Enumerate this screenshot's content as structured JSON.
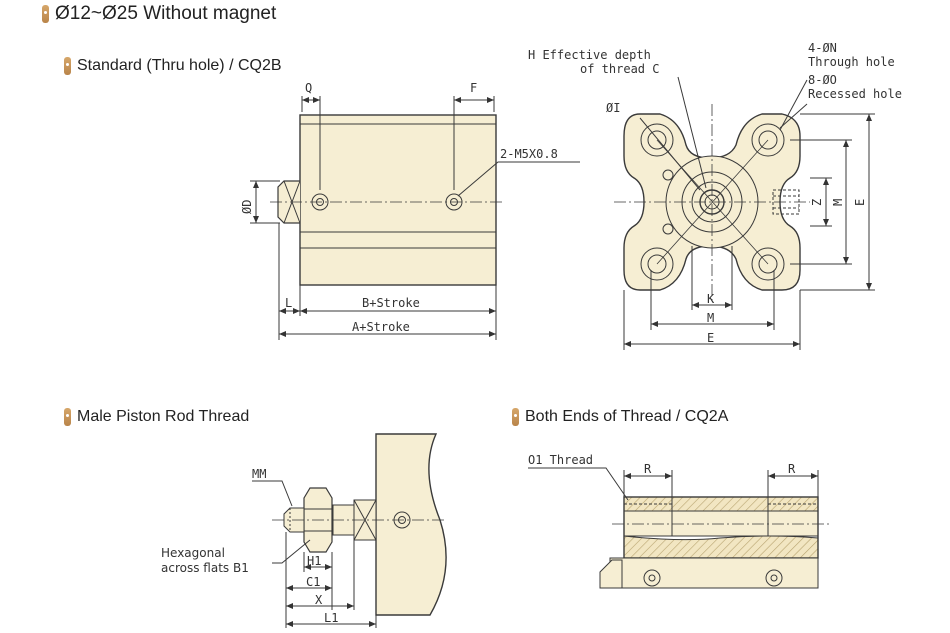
{
  "main_title": "Ø12~Ø25 Without magnet",
  "sections": {
    "standard": "Standard (Thru hole) / CQ2B",
    "male_rod": "Male Piston Rod Thread",
    "both_ends": "Both Ends of Thread / CQ2A"
  },
  "standard_side_labels": {
    "Q": "Q",
    "F": "F",
    "port": "2-M5X0.8",
    "D": "ØD",
    "L": "L",
    "B": "B+Stroke",
    "A": "A+Stroke"
  },
  "standard_end_labels": {
    "H": "H Effective depth",
    "H2": "of thread C",
    "I": "ØI",
    "N": "4-ØN",
    "N2": "Through hole",
    "O": "8-ØO",
    "O2": "Recessed hole",
    "Z": "Z",
    "Mv": "M",
    "Ev": "E",
    "K": "K",
    "Mh": "M",
    "Eh": "E"
  },
  "male_rod_labels": {
    "MM": "MM",
    "hex1": "Hexagonal",
    "hex2": "across flats B1",
    "H1": "H1",
    "C1": "C1",
    "X": "X",
    "L1": "L1"
  },
  "both_ends_labels": {
    "thread": "O1 Thread",
    "R_left": "R",
    "R_right": "R"
  },
  "colors": {
    "body_fill": "#f6eed3",
    "line": "#3a3a3a",
    "hatch": "#c9b98a",
    "bullet": "#c7955a"
  }
}
